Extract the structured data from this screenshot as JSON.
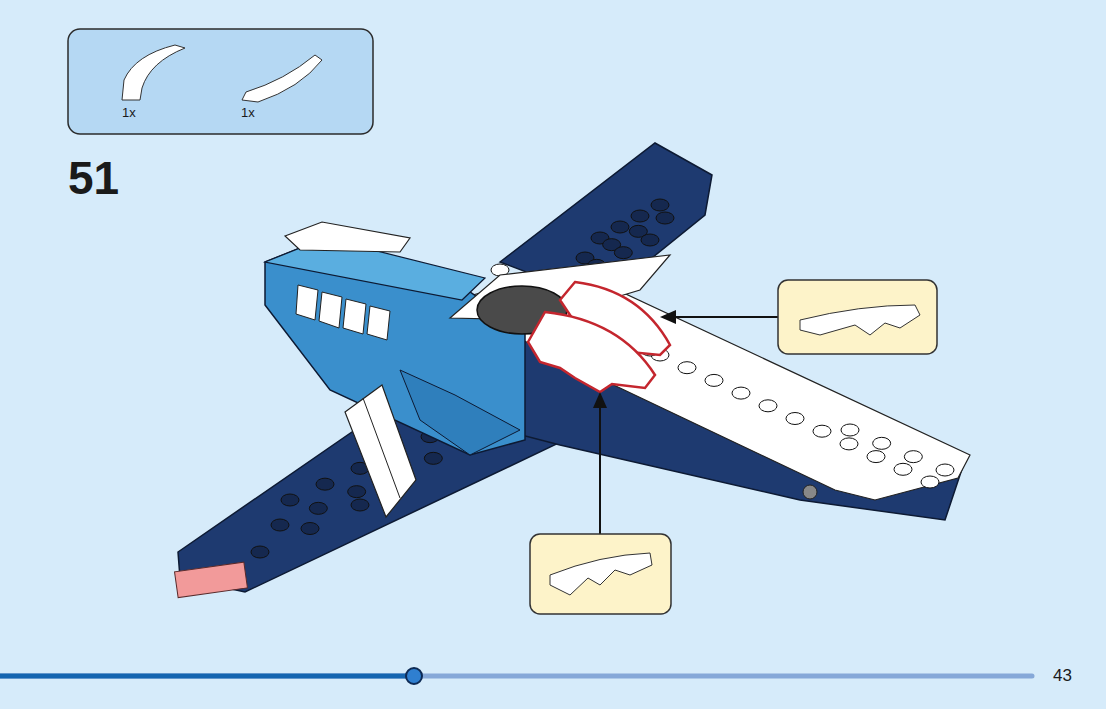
{
  "diagram": {
    "labels": [
      "1x",
      "1x",
      "51",
      "43"
    ]
  }
}
